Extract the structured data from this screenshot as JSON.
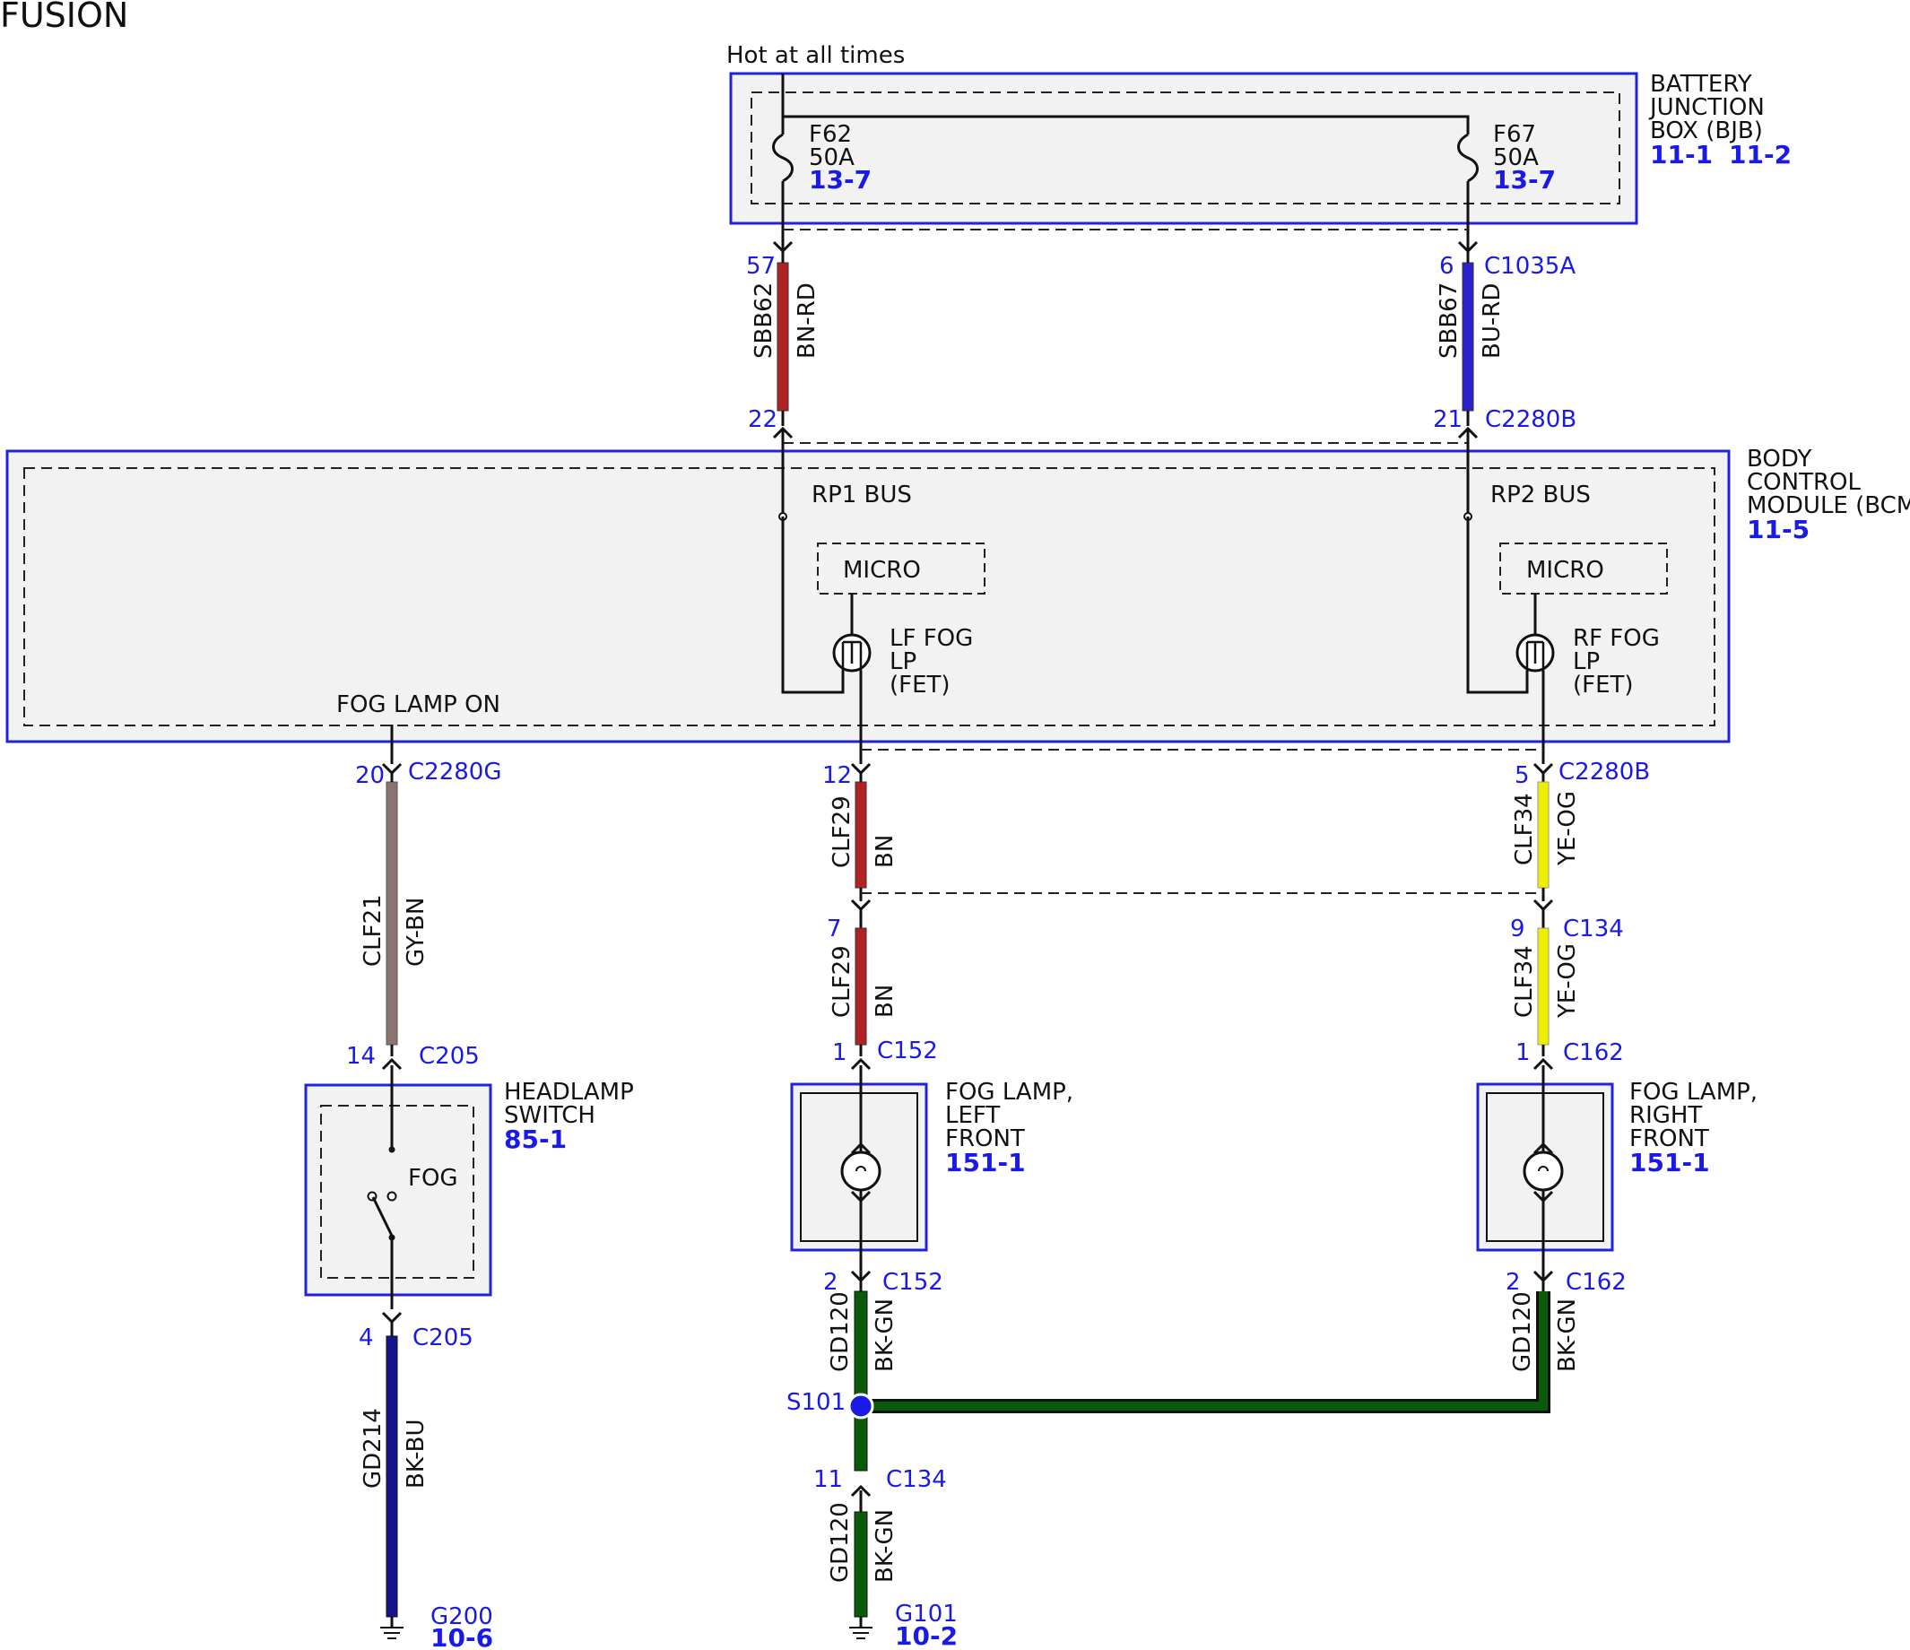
{
  "title": "FUSION",
  "power": {
    "label": "Hot at all times"
  },
  "bjb": {
    "name_lines": [
      "BATTERY",
      "JUNCTION",
      "BOX (BJB)"
    ],
    "refs": [
      "11-1",
      "11-2"
    ],
    "fuses": [
      {
        "id": "F62",
        "rating": "50A",
        "ref": "13-7"
      },
      {
        "id": "F67",
        "rating": "50A",
        "ref": "13-7"
      }
    ]
  },
  "bcm": {
    "name_lines": [
      "BODY",
      "CONTROL",
      "MODULE (BCM)"
    ],
    "ref": "11-5",
    "bus_left": "RP1 BUS",
    "bus_right": "RP2 BUS",
    "micro": "MICRO",
    "fet_left": [
      "LF FOG",
      "LP",
      "(FET)"
    ],
    "fet_right": [
      "RF FOG",
      "LP",
      "(FET)"
    ],
    "fog_input": "FOG LAMP ON"
  },
  "headlamp_switch": {
    "name_lines": [
      "HEADLAMP",
      "SWITCH"
    ],
    "ref": "85-1",
    "contact": "FOG"
  },
  "lamps": [
    {
      "name_lines": [
        "FOG LAMP,",
        "LEFT",
        "FRONT"
      ],
      "ref": "151-1"
    },
    {
      "name_lines": [
        "FOG LAMP,",
        "RIGHT",
        "FRONT"
      ],
      "ref": "151-1"
    }
  ],
  "wires": [
    {
      "circuit": "SBB62",
      "color": "BN-RD",
      "hex": "#b22222"
    },
    {
      "circuit": "SBB67",
      "color": "BU-RD",
      "hex": "#2a22cc"
    },
    {
      "circuit": "CLF21",
      "color": "GY-BN",
      "hex": "#8a7470"
    },
    {
      "circuit": "CLF29",
      "color": "BN",
      "hex": "#b22222"
    },
    {
      "circuit": "CLF29",
      "color": "BN",
      "hex": "#b22222"
    },
    {
      "circuit": "CLF34",
      "color": "YE-OG",
      "hex": "#eeee00"
    },
    {
      "circuit": "CLF34",
      "color": "YE-OG",
      "hex": "#eeee00"
    },
    {
      "circuit": "GD214",
      "color": "BK-BU",
      "hex": "#14148c"
    },
    {
      "circuit": "GD120",
      "color": "BK-GN",
      "hex": "#0b5a0b"
    },
    {
      "circuit": "GD120",
      "color": "BK-GN",
      "hex": "#0b5a0b"
    },
    {
      "circuit": "GD120",
      "color": "BK-GN",
      "hex": "#0b5a0b"
    }
  ],
  "connectors": [
    {
      "pin": "57",
      "name": ""
    },
    {
      "pin": "6",
      "name": "C1035A"
    },
    {
      "pin": "22",
      "name": ""
    },
    {
      "pin": "21",
      "name": "C2280B"
    },
    {
      "pin": "20",
      "name": "C2280G"
    },
    {
      "pin": "12",
      "name": ""
    },
    {
      "pin": "5",
      "name": "C2280B"
    },
    {
      "pin": "7",
      "name": ""
    },
    {
      "pin": "9",
      "name": "C134"
    },
    {
      "pin": "1",
      "name": "C152"
    },
    {
      "pin": "1",
      "name": "C162"
    },
    {
      "pin": "14",
      "name": "C205"
    },
    {
      "pin": "4",
      "name": "C205"
    },
    {
      "pin": "2",
      "name": "C152"
    },
    {
      "pin": "2",
      "name": "C162"
    },
    {
      "pin": "11",
      "name": "C134"
    }
  ],
  "splice": {
    "id": "S101"
  },
  "grounds": [
    {
      "id": "G200",
      "ref": "10-6"
    },
    {
      "id": "G101",
      "ref": "10-2"
    }
  ],
  "colors": {
    "reference_blue": "#1a1ae6",
    "box_outline": "#2222dd",
    "box_fill": "#f2f2f2",
    "line": "#111111"
  }
}
